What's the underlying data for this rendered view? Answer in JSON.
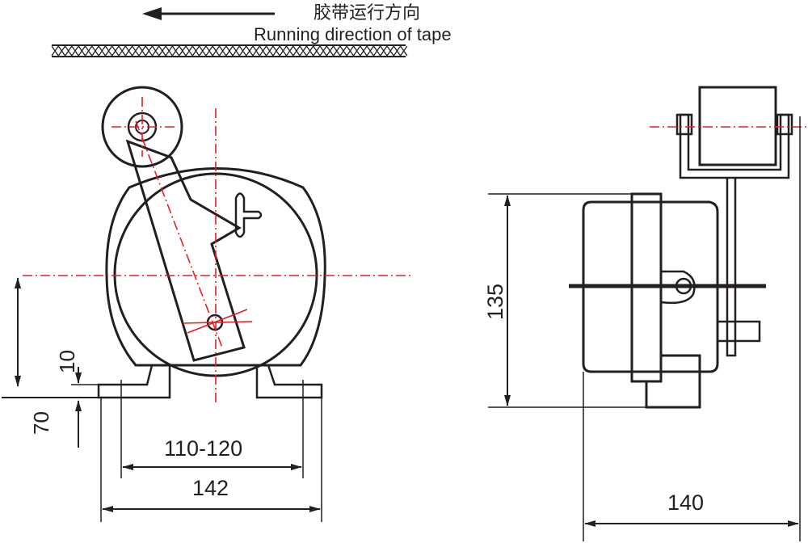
{
  "header": {
    "title_cn": "胶带运行方向",
    "title_en": "Running direction of tape"
  },
  "dimensions": {
    "mount_height_1": "70",
    "mount_height_2": "10",
    "hole_spacing": "110-120",
    "base_width": "142",
    "body_height": "135",
    "side_width": "140"
  },
  "colors": {
    "outline": "#231f20",
    "centerline": "#e41f26",
    "background": "#ffffff"
  }
}
